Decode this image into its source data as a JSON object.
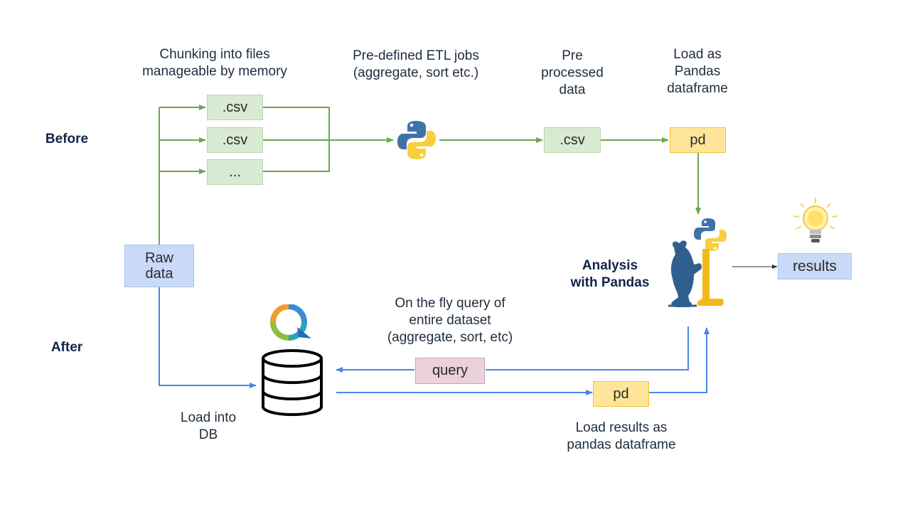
{
  "labels": {
    "chunking": "Chunking into files\nmanageable by memory",
    "etl": "Pre-defined ETL jobs\n(aggregate, sort etc.)",
    "preprocessed": "Pre\nprocessed\ndata",
    "load_pandas": "Load as\nPandas\ndataframe",
    "before": "Before",
    "after": "After",
    "analysis": "Analysis\nwith Pandas",
    "onthefly": "On the fly query of\nentire dataset\n(aggregate, sort, etc)",
    "load_db": "Load into\nDB",
    "load_results": "Load results as\npandas dataframe"
  },
  "boxes": {
    "csv1": ".csv",
    "csv2": ".csv",
    "ellipsis": "...",
    "csv_processed": ".csv",
    "pd_top": "pd",
    "raw_data": "Raw\ndata",
    "results": "results",
    "query": "query",
    "pd_bottom": "pd"
  },
  "colors": {
    "green_line": "#6aa84f",
    "blue_line": "#4a86e8",
    "green_box": "#d9ead3",
    "yellow_box": "#ffe599",
    "blue_box": "#c9daf8",
    "pink_box": "#ead1dc"
  },
  "icons": [
    "python-logo-icon",
    "pandas-python-logo-icon",
    "lightbulb-icon",
    "database-icon",
    "questdb-logo-icon"
  ]
}
